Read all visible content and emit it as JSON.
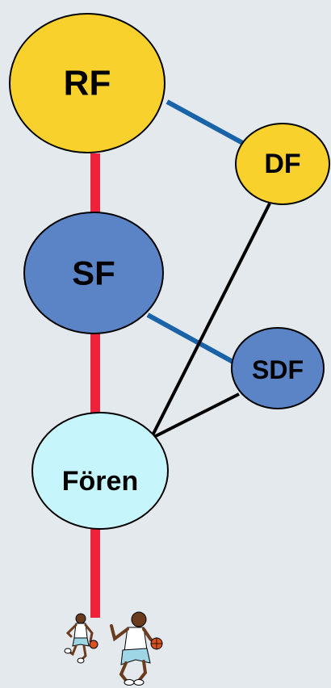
{
  "nodes": {
    "rf": {
      "label": "RF",
      "color": "#f8d12c"
    },
    "df": {
      "label": "DF",
      "color": "#f8d12c"
    },
    "sf": {
      "label": "SF",
      "color": "#5b84c7"
    },
    "sdf": {
      "label": "SDF",
      "color": "#5b84c7"
    },
    "foren": {
      "label": "Fören",
      "color": "#c6f6fc"
    }
  },
  "edges": {
    "red_color": "#ee2238",
    "blue_color": "#1a63a8",
    "black_color": "#000000"
  },
  "figures": [
    "basketball-player-small-icon",
    "basketball-player-large-icon"
  ],
  "background": "#e4e9ee"
}
